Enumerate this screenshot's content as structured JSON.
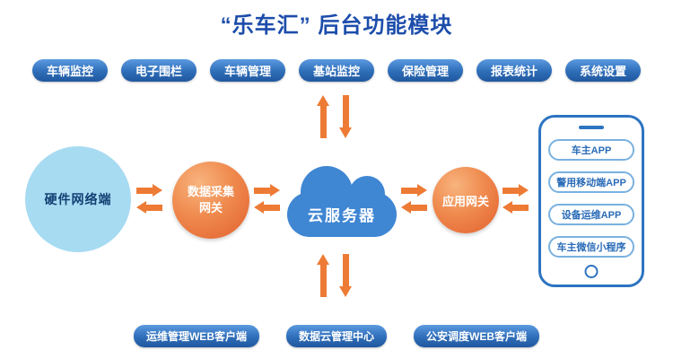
{
  "title": "“乐车汇” 后台功能模块",
  "top_modules": [
    "车辆监控",
    "电子围栏",
    "车辆管理",
    "基站监控",
    "保险管理",
    "报表统计",
    "系统设置"
  ],
  "nodes": {
    "hardware": "硬件网络端",
    "data_gateway_line1": "数据采集",
    "data_gateway_line2": "网关",
    "cloud": "云服务器",
    "app_gateway": "应用网关"
  },
  "phone_apps": [
    "车主APP",
    "警用移动端APP",
    "设备运维APP",
    "车主微信小程序"
  ],
  "bottom_modules": [
    "运维管理WEB客户端",
    "数据云管理中心",
    "公安调度WEB客户端"
  ],
  "colors": {
    "title_blue": "#1d4dab",
    "pill_blue": "#2e6db8",
    "arrow_orange": "#ed7b35",
    "gateway_orange": "#ee8447",
    "cloud_blue": "#3f86d3",
    "hardware_light_blue": "#a7dbf2",
    "phone_border_blue": "#2d74c1"
  }
}
